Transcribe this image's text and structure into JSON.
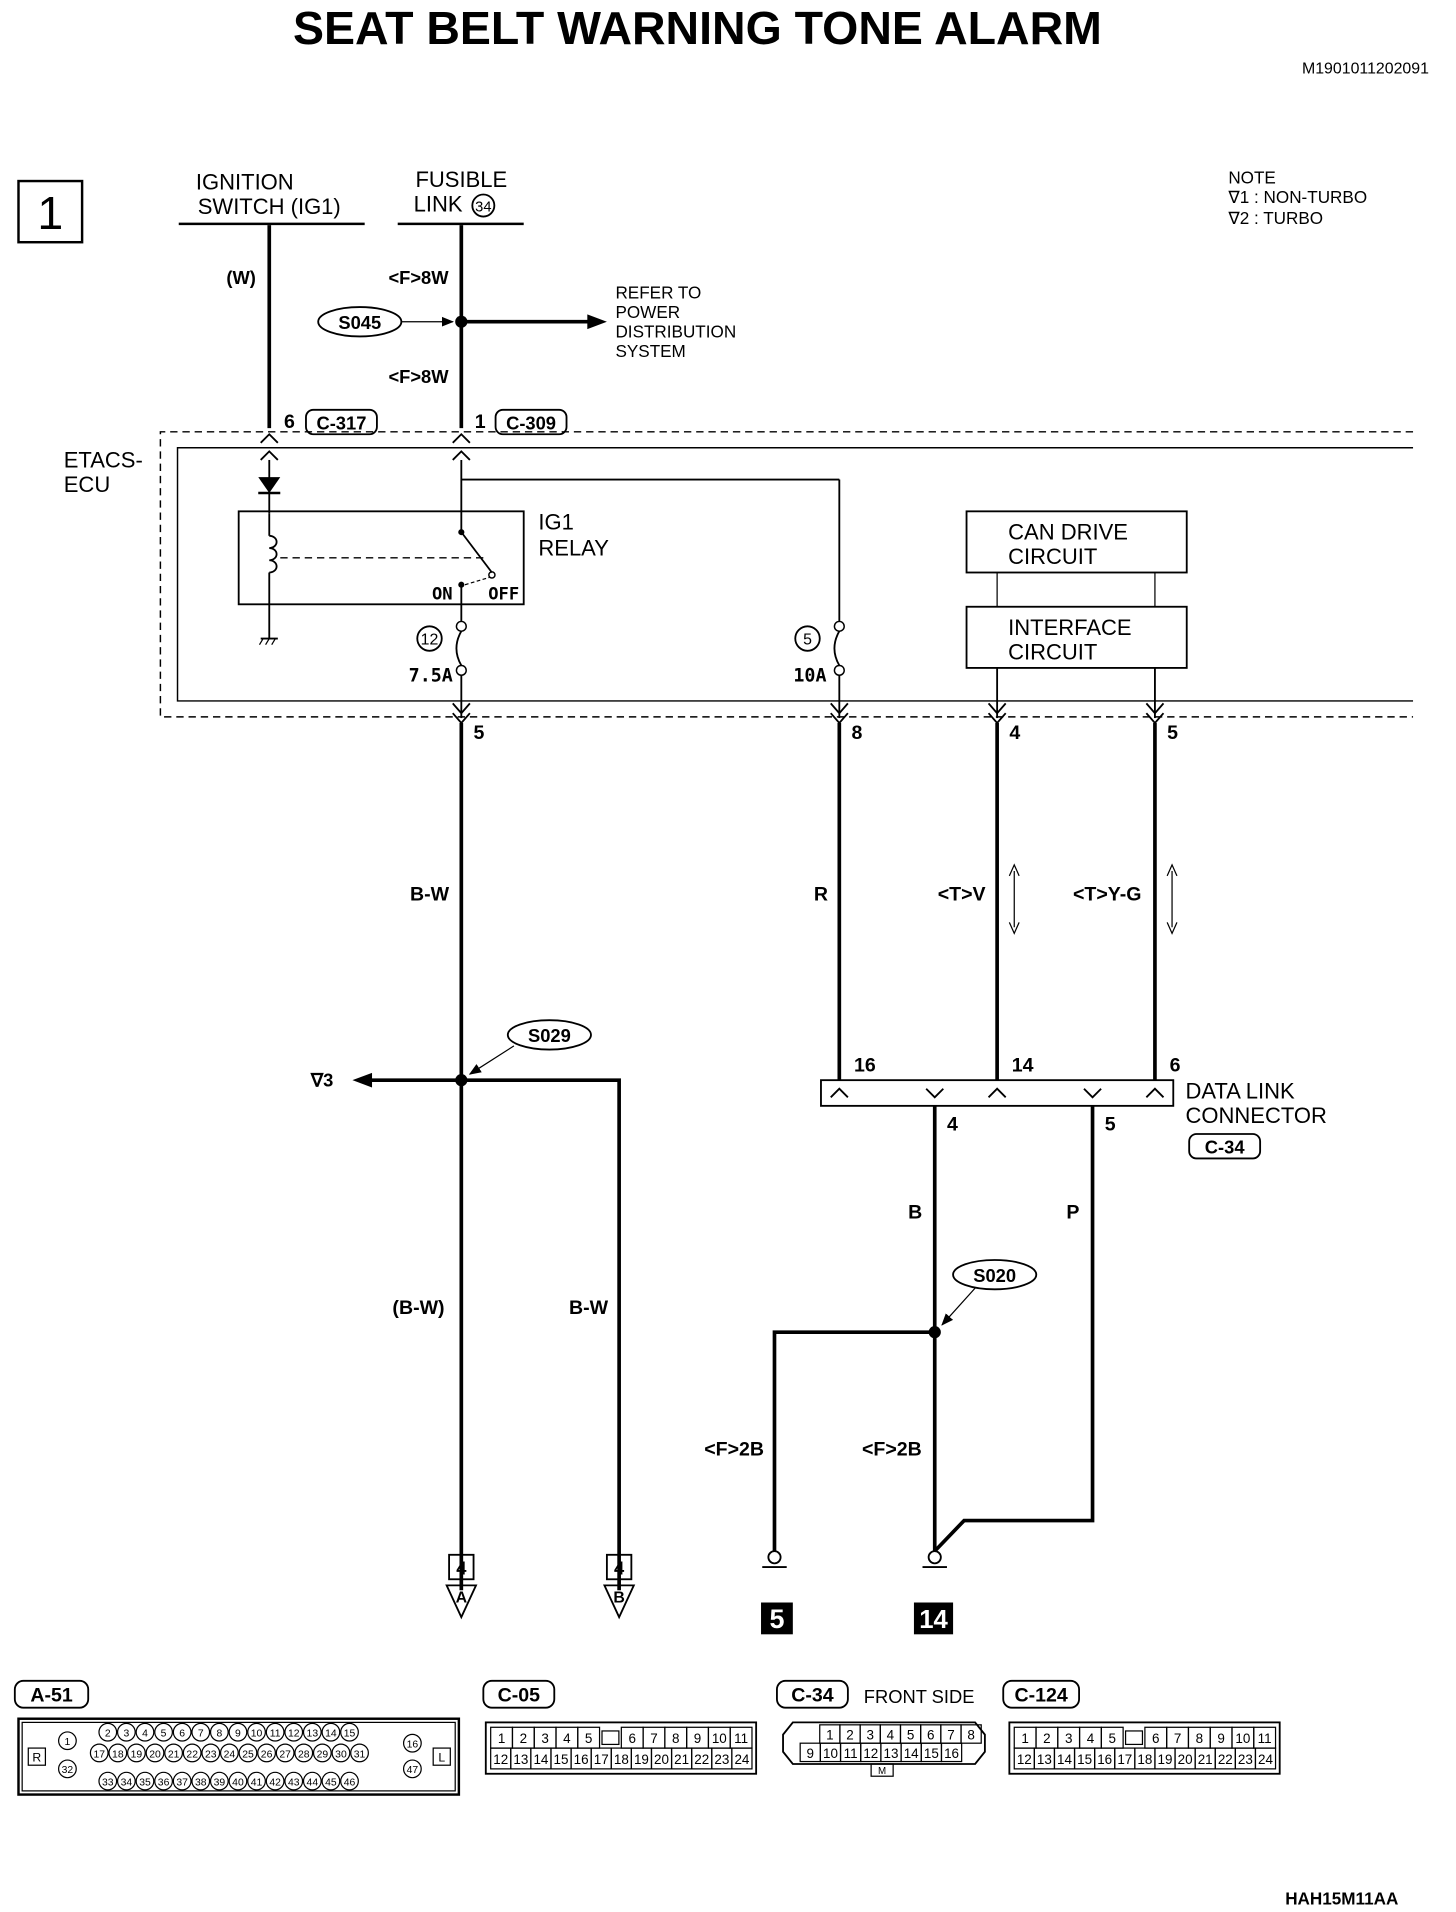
{
  "title": "SEAT BELT WARNING TONE ALARM",
  "doc_code": "M1901011202091",
  "footer_code": "HAH15M11AA",
  "page_number": "1",
  "note": {
    "heading": "NOTE",
    "line1": "∇1 : NON-TURBO",
    "line2": "∇2 : TURBO"
  },
  "sources": {
    "ignition_line1": "IGNITION",
    "ignition_line2": "SWITCH (IG1)",
    "fusible_line1": "FUSIBLE",
    "fusible_line2": "LINK",
    "fusible_number": "34"
  },
  "wires": {
    "ign": "(W)",
    "fl_upper": "<F>8W",
    "fl_lower": "<F>8W",
    "bw_main": "B-W",
    "r": "R",
    "v": "<T>V",
    "yg": "<T>Y-G",
    "bw_paren": "(B-W)",
    "bw_right": "B-W",
    "b": "B",
    "p": "P",
    "f2b_left": "<F>2B",
    "f2b_right": "<F>2B"
  },
  "splices": {
    "s045": "S045",
    "s029": "S029",
    "s020": "S020"
  },
  "refer": {
    "l1": "REFER TO",
    "l2": "POWER",
    "l3": "DISTRIBUTION",
    "l4": "SYSTEM"
  },
  "pins": {
    "c317_pin": "6",
    "c317": "C-317",
    "c309_pin": "1",
    "c309": "C-309",
    "ecu_out1": "5",
    "ecu_out2": "8",
    "ecu_out3": "4",
    "ecu_out4": "5",
    "dlc_16": "16",
    "dlc_14": "14",
    "dlc_6": "6",
    "dlc_4": "4",
    "dlc_5": "5"
  },
  "ecu": {
    "label_line1": "ETACS-",
    "label_line2": "ECU",
    "relay_line1": "IG1",
    "relay_line2": "RELAY",
    "on": "ON",
    "off": "OFF",
    "fuse1_num": "12",
    "fuse1_rating": "7.5A",
    "fuse2_num": "5",
    "fuse2_rating": "10A",
    "can_line1": "CAN DRIVE",
    "can_line2": "CIRCUIT",
    "iface_line1": "INTERFACE",
    "iface_line2": "CIRCUIT"
  },
  "dlc": {
    "line1": "DATA LINK",
    "line2": "CONNECTOR",
    "code": "C-34"
  },
  "branch": {
    "star3": "∇3"
  },
  "destinations": {
    "page": "4",
    "a": "A",
    "b": "B"
  },
  "grounds": {
    "g1": "5",
    "g2": "14"
  },
  "connectors": {
    "a51": {
      "code": "A-51",
      "r": "R",
      "l": "L",
      "row1": [
        "2",
        "3",
        "4",
        "5",
        "6",
        "7",
        "8",
        "9",
        "10",
        "11",
        "12",
        "13",
        "14",
        "15"
      ],
      "row2": [
        "17",
        "18",
        "19",
        "20",
        "21",
        "22",
        "23",
        "24",
        "25",
        "26",
        "27",
        "28",
        "29",
        "30",
        "31"
      ],
      "row3": [
        "33",
        "34",
        "35",
        "36",
        "37",
        "38",
        "39",
        "40",
        "41",
        "42",
        "43",
        "44",
        "45",
        "46"
      ],
      "left_top": "1",
      "left_bot": "32",
      "right_top": "16",
      "right_bot": "47"
    },
    "c05": {
      "code": "C-05",
      "row1": [
        "1",
        "2",
        "3",
        "4",
        "5",
        "",
        "6",
        "7",
        "8",
        "9",
        "10",
        "11"
      ],
      "row2": [
        "12",
        "13",
        "14",
        "15",
        "16",
        "17",
        "18",
        "19",
        "20",
        "21",
        "22",
        "23",
        "24"
      ]
    },
    "c34": {
      "code": "C-34",
      "label": "FRONT SIDE",
      "row1": [
        "1",
        "2",
        "3",
        "4",
        "5",
        "6",
        "7",
        "8"
      ],
      "row2": [
        "9",
        "10",
        "11",
        "12",
        "13",
        "14",
        "15",
        "16"
      ],
      "m": "M"
    },
    "c124": {
      "code": "C-124",
      "row1": [
        "1",
        "2",
        "3",
        "4",
        "5",
        "",
        "6",
        "7",
        "8",
        "9",
        "10",
        "11"
      ],
      "row2": [
        "12",
        "13",
        "14",
        "15",
        "16",
        "17",
        "18",
        "19",
        "20",
        "21",
        "22",
        "23",
        "24"
      ]
    }
  }
}
